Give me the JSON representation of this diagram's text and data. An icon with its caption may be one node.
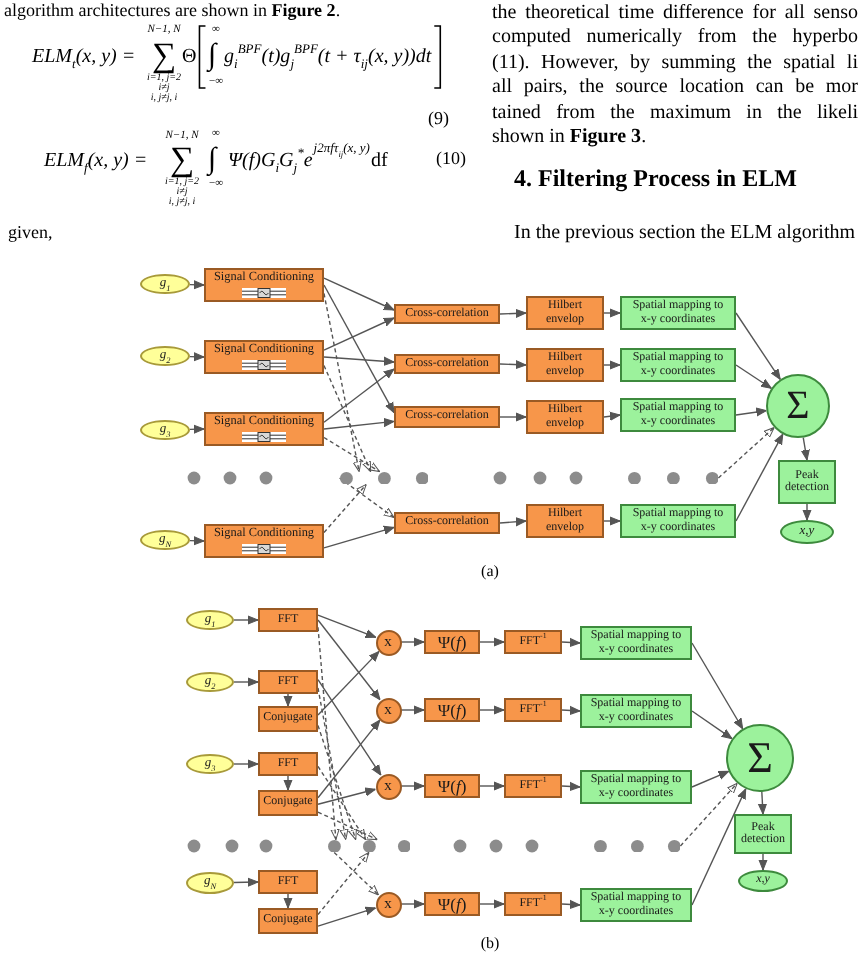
{
  "diagram": {
    "nodes": [
      {
        "text": [
          "g$_{1}$"
        ]
      },
      {
        "text": [
          "Signal Conditioning"
        ]
      },
      {
        "text": [
          "g$_{2}$"
        ]
      },
      {
        "text": [
          "Signal Conditioning"
        ]
      },
      {
        "text": [
          "g$_{3}$"
        ]
      },
      {
        "text": [
          "Signal Conditioning"
        ]
      },
      {
        "text": [
          "g$_{N}$"
        ]
      },
      {
        "text": [
          "Signal Conditioning"
        ]
      },
      {
        "text": [
          "Cross-correlation"
        ]
      },
      {
        "text": [
          "Cross-correlation"
        ]
      },
      {
        "text": [
          "Cross-correlation"
        ]
      },
      {
        "text": [
          "Cross-correlation"
        ]
      },
      {
        "text": [
          "Hilbert envelop"
        ]
      },
      {
        "text": [
          "Hilbert envelop"
        ]
      },
      {
        "text": [
          "Hilbert envelop"
        ]
      },
      {
        "text": [
          "Hilbert envelop"
        ]
      },
      {
        "text": [
          "Spatial mapping to x-y coordinates"
        ]
      },
      {
        "text": [
          "Spatial mapping to x-y coordinates"
        ]
      },
      {
        "text": [
          "Spatial mapping to x-y coordinates"
        ]
      },
      {
        "text": [
          "Spatial mapping to x-y coordinates"
        ]
      },
      {
        "text": [
          "Σ"
        ]
      },
      {
        "text": [
          "Peak detection"
        ]
      },
      {
        "text": [
          "x,y"
        ]
      },
      {
        "text": [
          "g$_{1}$"
        ]
      },
      {
        "text": [
          "FFT"
        ]
      },
      {
        "text": [
          "g$_{2}$"
        ]
      },
      {
        "text": [
          "FFT"
        ]
      },
      {
        "text": [
          "Conjugate"
        ]
      },
      {
        "text": [
          "g$_{3}$"
        ]
      },
      {
        "text": [
          "FFT"
        ]
      },
      {
        "text": [
          "Conjugate"
        ]
      },
      {
        "text": [
          "g$_{N}$"
        ]
      },
      {
        "text": [
          "FFT"
        ]
      },
      {
        "text": [
          "Conjugate"
        ]
      },
      {
        "text": [
          "x"
        ]
      },
      {
        "text": [
          "x"
        ]
      },
      {
        "text": [
          "x"
        ]
      },
      {
        "text": [
          "x"
        ]
      },
      {
        "text": [
          "Ψ(*f*)"
        ]
      },
      {
        "text": [
          "Ψ(*f*)"
        ]
      },
      {
        "text": [
          "Ψ(*f*)"
        ]
      },
      {
        "text": [
          "Ψ(*f*)"
        ]
      },
      {
        "text": [
          "FFT$^{-1}$"
        ]
      },
      {
        "text": [
          "FFT$^{-1}$"
        ]
      },
      {
        "text": [
          "FFT$^{-1}$"
        ]
      },
      {
        "text": [
          "FFT$^{-1}$"
        ]
      },
      {
        "text": [
          "Spatial mapping to x-y coordinates"
        ]
      },
      {
        "text": [
          "Spatial mapping to x-y coordinates"
        ]
      },
      {
        "text": [
          "Spatial mapping to x-y coordinates"
        ]
      },
      {
        "text": [
          "Spatial mapping to x-y coordinates"
        ]
      },
      {
        "text": [
          "Σ"
        ]
      },
      {
        "text": [
          "Peak detection"
        ]
      },
      {
        "text": [
          "x,y"
        ]
      },
      {
        "text": [],
        "shape": "dots"
      },
      {
        "text": [],
        "shape": "dots"
      },
      {
        "text": [],
        "shape": "dots"
      },
      {
        "text": [],
        "shape": "dots"
      }
    ],
    "edges": [
      {
        "from": 0,
        "to": 1,
        "arrow": "to"
      },
      {
        "from": 2,
        "to": 3,
        "arrow": "to"
      },
      {
        "from": 4,
        "to": 5,
        "arrow": "to"
      },
      {
        "from": 6,
        "to": 7,
        "arrow": "to"
      },
      {
        "from": 1,
        "to": 8,
        "arrow": "to"
      },
      {
        "from": 1,
        "to": 10,
        "arrow": "to"
      },
      {
        "from": 1,
        "to": 53,
        "arrow": "to",
        "style": "dashed"
      },
      {
        "from": 3,
        "to": 8,
        "arrow": "to"
      },
      {
        "from": 3,
        "to": 9,
        "arrow": "to"
      },
      {
        "from": 3,
        "to": 53,
        "arrow": "to",
        "style": "dashed"
      },
      {
        "from": 5,
        "to": 9,
        "arrow": "to"
      },
      {
        "from": 5,
        "to": 10,
        "arrow": "to"
      },
      {
        "from": 5,
        "to": 53,
        "arrow": "to",
        "style": "dashed"
      },
      {
        "from": 7,
        "to": 53,
        "arrow": "to",
        "style": "dashed"
      },
      {
        "from": 7,
        "to": 11,
        "arrow": "to"
      },
      {
        "from": 53,
        "to": 11,
        "arrow": "to",
        "style": "dashed"
      },
      {
        "from": 8,
        "to": 12,
        "arrow": "to"
      },
      {
        "from": 9,
        "to": 13,
        "arrow": "to"
      },
      {
        "from": 10,
        "to": 14,
        "arrow": "to"
      },
      {
        "from": 11,
        "to": 15,
        "arrow": "to"
      },
      {
        "from": 12,
        "to": 16,
        "arrow": "to"
      },
      {
        "from": 13,
        "to": 17,
        "arrow": "to"
      },
      {
        "from": 14,
        "to": 18,
        "arrow": "to"
      },
      {
        "from": 15,
        "to": 19,
        "arrow": "to"
      },
      {
        "from": 16,
        "to": 20,
        "arrow": "to"
      },
      {
        "from": 17,
        "to": 20,
        "arrow": "to"
      },
      {
        "from": 18,
        "to": 20,
        "arrow": "to"
      },
      {
        "from": 19,
        "to": 20,
        "arrow": "to"
      },
      {
        "from": 54,
        "to": 20,
        "arrow": "to",
        "style": "dashed"
      },
      {
        "from": 20,
        "to": 21,
        "arrow": "to"
      },
      {
        "from": 21,
        "to": 22,
        "arrow": "to"
      },
      {
        "from": 23,
        "to": 24,
        "arrow": "to"
      },
      {
        "from": 25,
        "to": 26,
        "arrow": "to"
      },
      {
        "from": 28,
        "to": 29,
        "arrow": "to"
      },
      {
        "from": 31,
        "to": 32,
        "arrow": "to"
      },
      {
        "from": 26,
        "to": 27,
        "arrow": "to"
      },
      {
        "from": 29,
        "to": 30,
        "arrow": "to"
      },
      {
        "from": 32,
        "to": 33,
        "arrow": "to"
      },
      {
        "from": 24,
        "to": 34,
        "arrow": "to"
      },
      {
        "from": 24,
        "to": 35,
        "arrow": "to"
      },
      {
        "from": 27,
        "to": 34,
        "arrow": "to"
      },
      {
        "from": 26,
        "to": 36,
        "arrow": "to"
      },
      {
        "from": 30,
        "to": 35,
        "arrow": "to"
      },
      {
        "from": 30,
        "to": 36,
        "arrow": "to"
      },
      {
        "from": 33,
        "to": 37,
        "arrow": "to"
      },
      {
        "from": 55,
        "to": 37,
        "arrow": "to",
        "style": "dashed"
      },
      {
        "from": 33,
        "to": 55,
        "arrow": "to",
        "style": "dashed"
      },
      {
        "from": 24,
        "to": 55,
        "arrow": "to",
        "style": "dashed"
      },
      {
        "from": 26,
        "to": 55,
        "arrow": "to",
        "style": "dashed"
      },
      {
        "from": 27,
        "to": 55,
        "arrow": "to",
        "style": "dashed"
      },
      {
        "from": 29,
        "to": 55,
        "arrow": "to",
        "style": "dashed"
      },
      {
        "from": 30,
        "to": 55,
        "arrow": "to",
        "style": "dashed"
      },
      {
        "from": 34,
        "to": 38,
        "arrow": "to"
      },
      {
        "from": 35,
        "to": 39,
        "arrow": "to"
      },
      {
        "from": 36,
        "to": 40,
        "arrow": "to"
      },
      {
        "from": 37,
        "to": 41,
        "arrow": "to"
      },
      {
        "from": 38,
        "to": 42,
        "arrow": "to"
      },
      {
        "from": 39,
        "to": 43,
        "arrow": "to"
      },
      {
        "from": 40,
        "to": 44,
        "arrow": "to"
      },
      {
        "from": 41,
        "to": 45,
        "arrow": "to"
      },
      {
        "from": 42,
        "to": 46,
        "arrow": "to"
      },
      {
        "from": 43,
        "to": 47,
        "arrow": "to"
      },
      {
        "from": 44,
        "to": 48,
        "arrow": "to"
      },
      {
        "from": 45,
        "to": 49,
        "arrow": "to"
      },
      {
        "from": 46,
        "to": 50,
        "arrow": "to"
      },
      {
        "from": 47,
        "to": 50,
        "arrow": "to"
      },
      {
        "from": 48,
        "to": 50,
        "arrow": "to"
      },
      {
        "from": 49,
        "to": 50,
        "arrow": "to"
      },
      {
        "from": 56,
        "to": 50,
        "arrow": "to",
        "style": "dashed"
      },
      {
        "from": 50,
        "to": 51,
        "arrow": "to"
      },
      {
        "from": 51,
        "to": 52,
        "arrow": "to"
      }
    ],
    "labels": [
      "algorithm architectures are shown in **Figure 2**.",
      "ELM$_{t}$(x, y) =",
      "N−1, N",
      "∑",
      "i=1, j=2",
      "i≠j",
      "i, j≠j, i",
      "Θ",
      "∞",
      "∫",
      "−∞",
      "g$_{i}$$^{BPF}$(t)g$_{j}$$^{BPF}$(t + τ$_{ij}$(x, y))dt",
      "(9)",
      "ELM$_{f}$(x, y) =",
      "N−1, N",
      "∑",
      "i=1, j=2",
      "i≠j",
      "i, j≠j, i",
      "∞",
      "∫",
      "−∞",
      "Ψ(f)G$_{i}$G$_{j}$$^{*}$e",
      "j2πfτ$_{ij}$(x, y)",
      "df",
      "(10)",
      "given,",
      "the theoretical time difference for all senso",
      "computed numerically from the hyperbo",
      "(11). However, by summing the spatial li",
      "all pairs, the source location can be mor",
      "tained from the maximum in the likeli",
      "shown in **Figure 3**.",
      "4. Filtering Process in ELM",
      "In the previous section the ELM algorithm",
      "(a)",
      "(b)"
    ]
  }
}
